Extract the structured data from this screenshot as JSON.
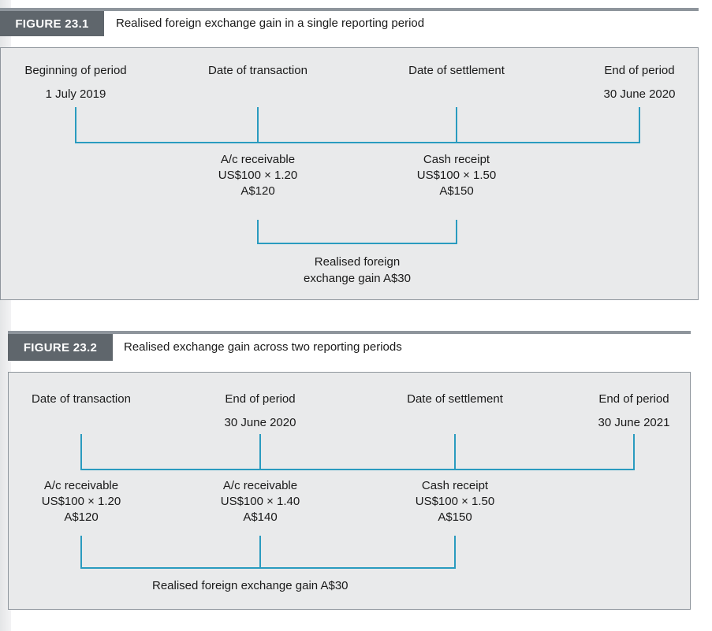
{
  "figures": [
    {
      "tag": "FIGURE 23.1",
      "title": "Realised foreign exchange gain in a single reporting period",
      "headings": {
        "col1": "Beginning of period",
        "col2": "Date of transaction",
        "col3": "Date of settlement",
        "col4": "End of period"
      },
      "dates": {
        "col1": "1 July 2019",
        "col4": "30 June 2020"
      },
      "entries": {
        "transaction": {
          "line1": "A/c receivable",
          "line2": "US$100 × 1.20",
          "line3": "A$120"
        },
        "settlement": {
          "line1": "Cash receipt",
          "line2": "US$100 × 1.50",
          "line3": "A$150"
        }
      },
      "gain": {
        "line1": "Realised foreign",
        "line2": "exchange gain A$30"
      }
    },
    {
      "tag": "FIGURE 23.2",
      "title": "Realised exchange gain across two reporting periods",
      "headings": {
        "col1": "Date of transaction",
        "col2": "End of period",
        "col3": "Date of settlement",
        "col4": "End of period"
      },
      "dates": {
        "col2": "30 June 2020",
        "col4": "30 June 2021"
      },
      "entries": {
        "transaction": {
          "line1": "A/c receivable",
          "line2": "US$100 × 1.20",
          "line3": "A$120"
        },
        "period_end": {
          "line1": "A/c receivable",
          "line2": "US$100 × 1.40",
          "line3": "A$140"
        },
        "settlement": {
          "line1": "Cash receipt",
          "line2": "US$100 × 1.50",
          "line3": "A$150"
        }
      },
      "gain": "Realised foreign exchange gain A$30"
    }
  ],
  "colors": {
    "timeline": "#2a9bbf",
    "tag_background": "#5f666c",
    "panel_background": "#e9eaeb"
  }
}
